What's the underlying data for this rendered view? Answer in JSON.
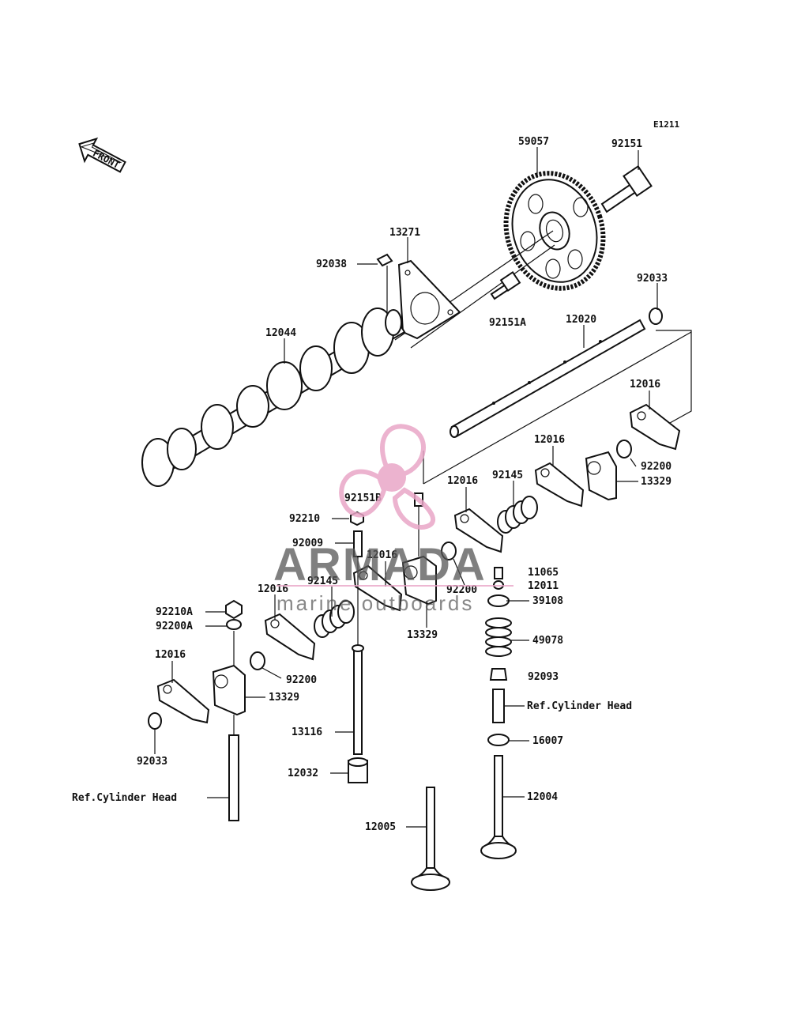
{
  "diagram_code": "E1211",
  "front_label": "FRONT",
  "watermark": {
    "name": "ARMADA",
    "tagline": "marine outboards",
    "colors": {
      "logo": "#e9a6c7",
      "text": "#555555"
    }
  },
  "labels": {
    "p59057": "59057",
    "p92151": "92151",
    "p13271": "13271",
    "p92038": "92038",
    "p92033_top": "92033",
    "p12044": "12044",
    "p92151A": "92151A",
    "p12020": "12020",
    "p12016_a": "12016",
    "p12016_b": "12016",
    "p92200_a": "92200",
    "p13329_a": "13329",
    "p12016_c": "12016",
    "p92145_a": "92145",
    "p92151B": "92151B",
    "p92210": "92210",
    "p92009": "92009",
    "p12016_d": "12016",
    "p11065": "11065",
    "p12011": "12011",
    "p92200_b": "92200",
    "p92145_b": "92145",
    "p12016_e": "12016",
    "p39108": "39108",
    "p13329_b": "13329",
    "p92210A": "92210A",
    "p92200A": "92200A",
    "p49078": "49078",
    "p12016_f": "12016",
    "p92200_c": "92200",
    "p13329_c": "13329",
    "p92093": "92093",
    "ref_head_right": "Ref.Cylinder Head",
    "p92033_bottom": "92033",
    "p13116": "13116",
    "p16007": "16007",
    "p12032": "12032",
    "p12004": "12004",
    "ref_head_left": "Ref.Cylinder Head",
    "p12005": "12005"
  }
}
